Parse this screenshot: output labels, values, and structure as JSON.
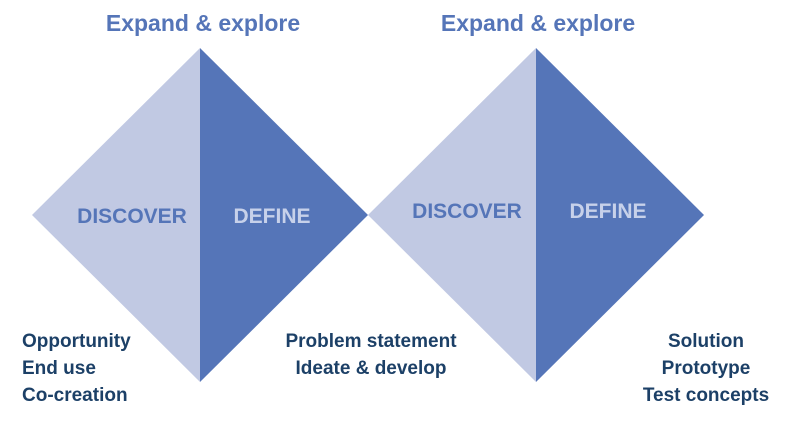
{
  "colors": {
    "light_half": "#c1c9e3",
    "dark_half": "#5575b8",
    "heading": "#5575b8",
    "light_label": "#5575b8",
    "dark_label": "#c7d1ea",
    "notes": "#1c4067"
  },
  "diamonds": [
    {
      "heading": "Expand & explore",
      "left_label": "DISCOVER",
      "right_label": "DEFINE"
    },
    {
      "heading": "Expand & explore",
      "left_label": "DISCOVER",
      "right_label": "DEFINE"
    }
  ],
  "notes": {
    "left": [
      "Opportunity",
      "End use",
      "Co-creation"
    ],
    "middle": [
      "Problem statement",
      "Ideate & develop"
    ],
    "right": [
      "Solution",
      "Prototype",
      "Test concepts"
    ]
  }
}
